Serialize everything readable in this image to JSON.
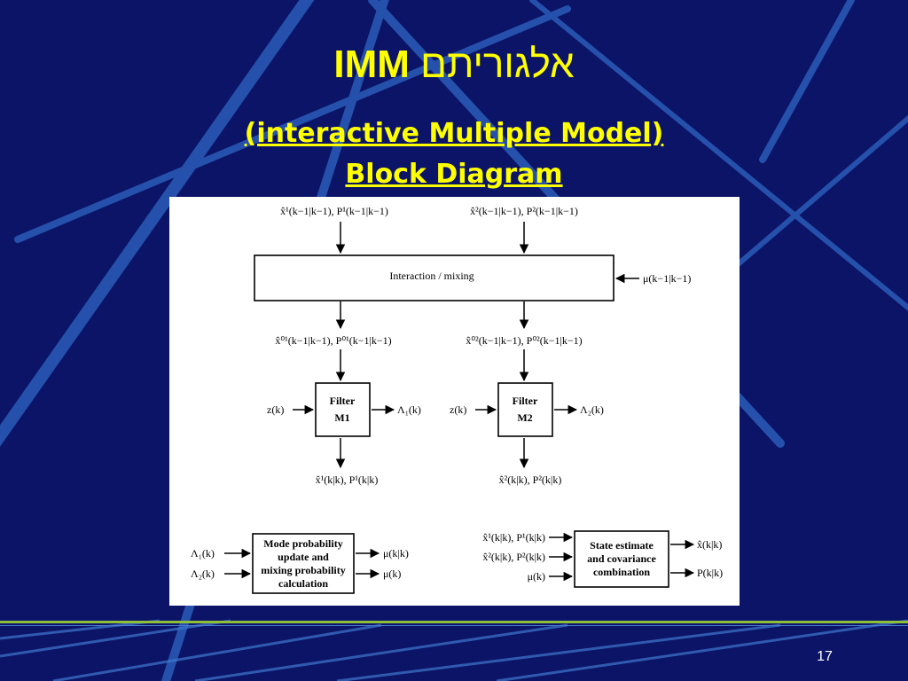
{
  "slide": {
    "title_latin": "IMM",
    "title_hebrew": "אלגוריתם",
    "subtitle": "(interactive Multiple Model)",
    "subtitle2": "Block Diagram",
    "slide_number": "17"
  },
  "diagram": {
    "input1": "x̂¹(k−1|k−1), P¹(k−1|k−1)",
    "input2": "x̂²(k−1|k−1), P²(k−1|k−1)",
    "mixing_label": "Interaction / mixing",
    "mu_prev": "μ(k−1|k−1)",
    "mixed1": "x̂⁰¹(k−1|k−1), P⁰¹(k−1|k−1)",
    "mixed2": "x̂⁰²(k−1|k−1), P⁰²(k−1|k−1)",
    "filter1_line1": "Filter",
    "filter1_line2": "M1",
    "filter2_line1": "Filter",
    "filter2_line2": "M2",
    "z1": "z(k)",
    "z2": "z(k)",
    "lambda1_out": "Λ₁(k)",
    "lambda2_out": "Λ₂(k)",
    "out1": "x̂¹(k|k), P¹(k|k)",
    "out2": "x̂²(k|k), P²(k|k)",
    "mode_in1": "Λ₁(k)",
    "mode_in2": "Λ₂(k)",
    "mode_block": [
      "Mode probability",
      "update and",
      "mixing probability",
      "calculation"
    ],
    "mode_out1": "μ(k|k)",
    "mode_out2": "μ(k)",
    "comb_in1": "x̂¹(k|k), P¹(k|k)",
    "comb_in2": "x̂²(k|k), P²(k|k)",
    "comb_in3": "μ(k)",
    "comb_block": [
      "State estimate",
      "and covariance",
      "combination"
    ],
    "comb_out1": "x̂(k|k)",
    "comb_out2": "P(k|k)"
  }
}
